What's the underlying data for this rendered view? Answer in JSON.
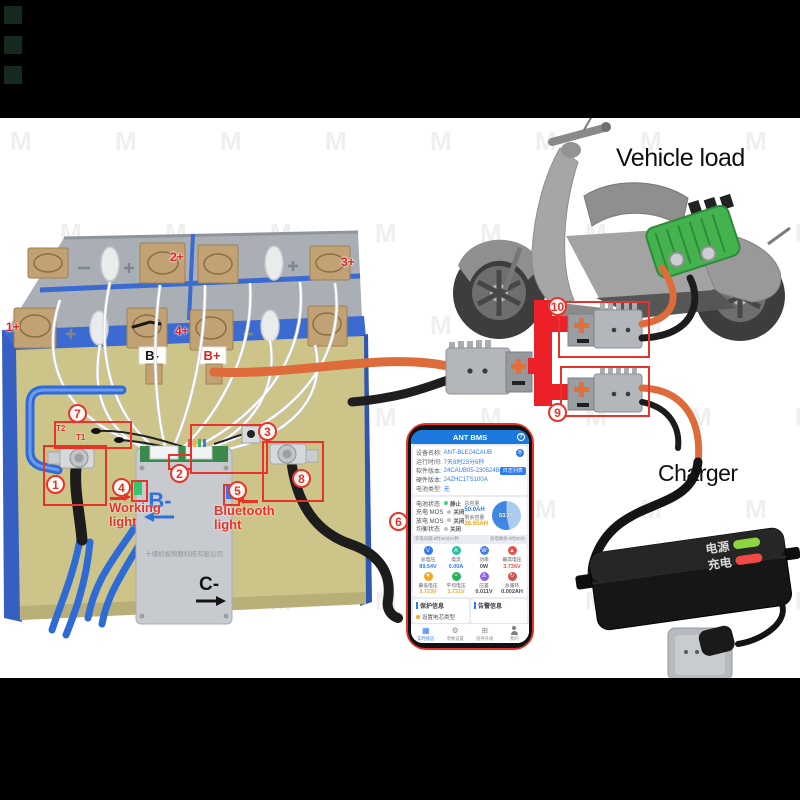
{
  "scene": {
    "vehicle_load_label": "Vehicle load",
    "charger_label": "Charger",
    "working_light_label": "Working light",
    "bluetooth_light_label": "Bluetooth light"
  },
  "battery": {
    "cell_1": "1+",
    "cell_2": "2+",
    "cell_3": "3+",
    "cell_4": "4+",
    "b_minus": "B-",
    "b_plus": "B+",
    "t1": "T1",
    "t2": "T2"
  },
  "bms_board": {
    "b_minus_label": "B-",
    "c_minus_label": "C-",
    "company_text": "十堰蚂蚁物联科技有限公司"
  },
  "charger_device": {
    "power_led_label": "电源",
    "charge_led_label": "充电"
  },
  "callouts": {
    "c1": "1",
    "c2": "2",
    "c3": "3",
    "c4": "4",
    "c5": "5",
    "c6": "6",
    "c7": "7",
    "c8": "8",
    "c9": "9",
    "c10": "10"
  },
  "colors": {
    "annotation_red": "#e8332a",
    "wire_orange": "#dd6c3a",
    "panel_khaki": "#cdc489",
    "app_blue": "#1b79dd"
  },
  "phone_app": {
    "title": "ANT BMS",
    "help_icon": "?",
    "info_rows": [
      {
        "label": "设备名称:",
        "value": "ANT-BLE24CAUB"
      },
      {
        "label": "运行时间:",
        "value": "7天8时23分6秒"
      },
      {
        "label": "软件版本:",
        "value": "24CAUB05-230524B"
      },
      {
        "label": "硬件版本:",
        "value": "24ZHC1TS100A"
      },
      {
        "label": "电池类型:",
        "value": "无"
      }
    ],
    "bluetooth_badge": "B",
    "log_list_button": "日志列表",
    "status_rows": [
      {
        "label": "电池状态",
        "value": "静止",
        "dot_color": "#3ddc84"
      },
      {
        "label": "充电 MOS",
        "value": "关闭",
        "dot_color": "#c0c4ca"
      },
      {
        "label": "放电 MOS",
        "value": "关闭",
        "dot_color": "#c0c4ca"
      },
      {
        "label": "均衡状态",
        "value": "关闭",
        "dot_color": "#c0c4ca"
      }
    ],
    "capacity": {
      "total_label": "总容量",
      "total_value": "50.0AH",
      "total_color": "#2f7bf5",
      "remaining_label": "剩余容量",
      "remaining_value": "26.65AH",
      "remaining_color": "#f5a623",
      "percent": "53.3%"
    },
    "charge_timer": "充电间隔:0时00分57秒",
    "discharge_timer": "放电剩余:0时00分",
    "stats": [
      {
        "label": "总电压",
        "value": "89.54V",
        "glyph": "V",
        "icon_color": "#2f7bf5",
        "value_color": "#2f7bf5"
      },
      {
        "label": "电流",
        "value": "0.00A",
        "glyph": "A",
        "icon_color": "#27c2a0",
        "value_color": "#2f7bf5"
      },
      {
        "label": "功率",
        "value": "0W",
        "glyph": "W",
        "icon_color": "#4a7df0",
        "value_color": "#45494f"
      },
      {
        "label": "最高电压",
        "value": "3.736V",
        "glyph": "▲",
        "icon_color": "#e85149",
        "value_color": "#e85149"
      },
      {
        "label": "最低电压",
        "value": "3.723V",
        "glyph": "▼",
        "icon_color": "#f5a623",
        "value_color": "#f5a623"
      },
      {
        "label": "平均电压",
        "value": "3.731V",
        "glyph": "≈",
        "icon_color": "#27b25c",
        "value_color": "#f5a623"
      },
      {
        "label": "压差",
        "value": "0.011V",
        "glyph": "Δ",
        "icon_color": "#8e5cf0",
        "value_color": "#45494f"
      },
      {
        "label": "总循环",
        "value": "0.002AH",
        "glyph": "↻",
        "icon_color": "#d0534f",
        "value_color": "#45494f"
      }
    ],
    "protect_section": "保护信息",
    "alarm_section": "告警信息",
    "protect_item": "设置电芯类型",
    "tabs": [
      {
        "label": "实时状态",
        "glyph": "▦"
      },
      {
        "label": "参数设置",
        "glyph": "⚙"
      },
      {
        "label": "固件升级",
        "glyph": "⊞"
      },
      {
        "label": "我的",
        "glyph": ""
      }
    ]
  }
}
